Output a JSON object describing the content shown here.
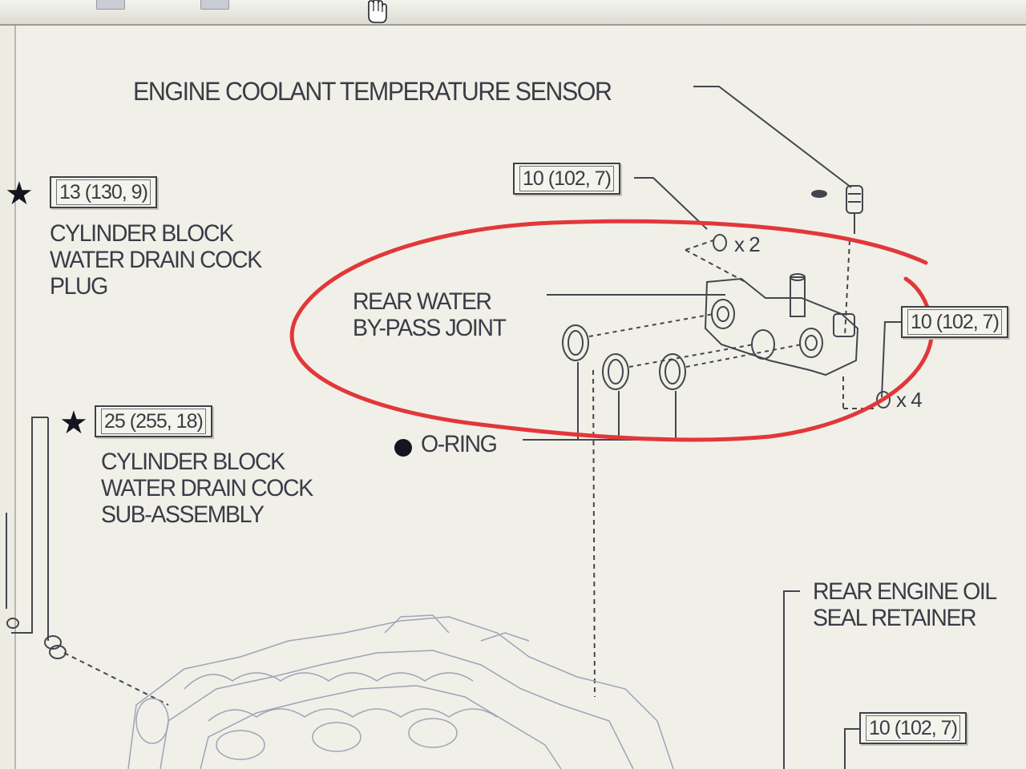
{
  "diagram": {
    "sensor_label": "ENGINE COOLANT TEMPERATURE SENSOR",
    "plug_star": "★",
    "plug_torque": "13 (130, 9)",
    "plug_label": "CYLINDER BLOCK\nWATER DRAIN COCK\nPLUG",
    "bypass_torque": "10 (102, 7)",
    "bypass_label": "REAR WATER\nBY-PASS JOINT",
    "bolt_qty_top": "x 2",
    "right_torque": "10 (102, 7)",
    "bolt_qty_right": "x 4",
    "oring_label": "O-RING",
    "drain_star": "★",
    "drain_torque": "25 (255, 18)",
    "drain_label": "CYLINDER BLOCK\nWATER DRAIN COCK\nSUB-ASSEMBLY",
    "retainer_label": "REAR ENGINE OIL\nSEAL RETAINER",
    "bottom_torque": "10 (102, 7)"
  },
  "colors": {
    "ink": "#3b3b48",
    "annotation_red": "#e2373a",
    "background": "#f0f0e8"
  },
  "icons": [
    "hand-cursor-icon",
    "star-icon",
    "bullet-icon"
  ]
}
